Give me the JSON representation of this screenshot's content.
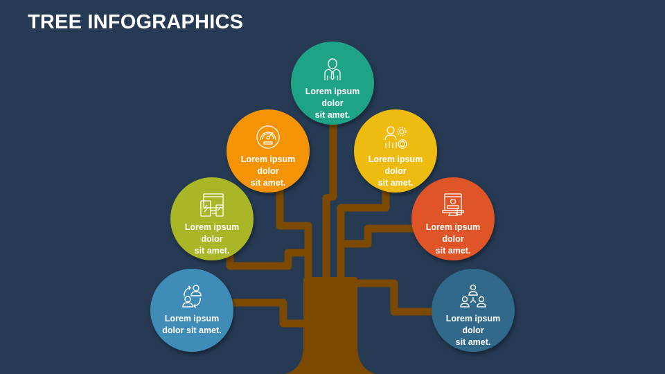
{
  "title": "TREE INFOGRAPHICS",
  "colors": {
    "background": "#263a54",
    "tree": "#7b4a00",
    "text": "#ffffff"
  },
  "nodes": [
    {
      "id": "top",
      "label_line1": "Lorem ipsum dolor",
      "label_line2": "sit amet.",
      "color": "#1fa386",
      "icon": "businessman-icon"
    },
    {
      "id": "upper-left",
      "label_line1": "Lorem ipsum dolor",
      "label_line2": "sit amet.",
      "color": "#f59306",
      "icon": "speedometer-icon"
    },
    {
      "id": "upper-right",
      "label_line1": "Lorem ipsum dolor",
      "label_line2": "sit amet.",
      "color": "#eebb10",
      "icon": "financial-analyst-icon"
    },
    {
      "id": "middle-left",
      "label_line1": "Lorem ipsum dolor",
      "label_line2": "sit amet.",
      "color": "#a9b626",
      "icon": "responsive-devices-icon"
    },
    {
      "id": "middle-right",
      "label_line1": "Lorem ipsum dolor",
      "label_line2": "sit amet.",
      "color": "#e05527",
      "icon": "online-login-icon"
    },
    {
      "id": "lower-left",
      "label_line1": "Lorem ipsum",
      "label_line2": "dolor sit amet.",
      "color": "#3f8cb8",
      "icon": "user-exchange-icon"
    },
    {
      "id": "lower-right",
      "label_line1": "Lorem ipsum dolor",
      "label_line2": "sit amet.",
      "color": "#31698a",
      "icon": "team-hierarchy-icon"
    }
  ]
}
